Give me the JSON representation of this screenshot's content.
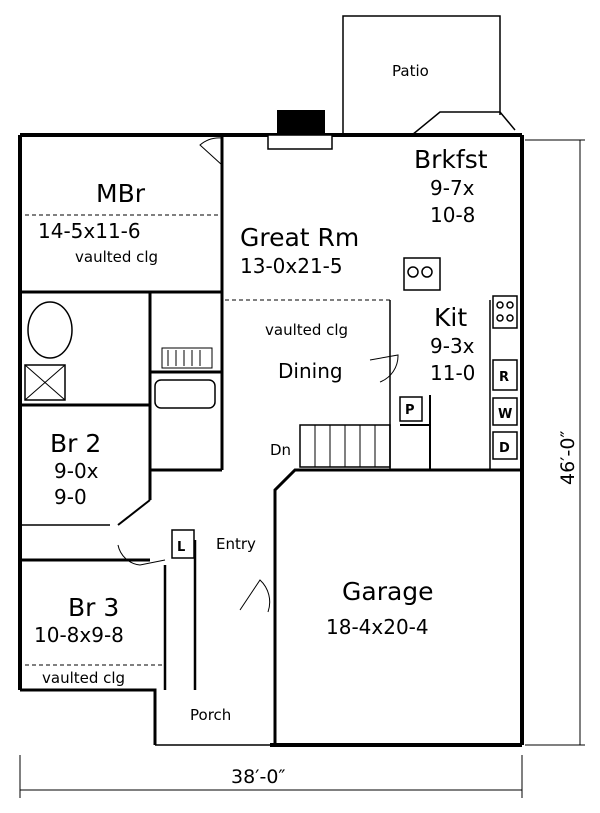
{
  "rooms": {
    "patio": "Patio",
    "brkfst": {
      "name": "Brkfst",
      "dim1": "9-7x",
      "dim2": "10-8"
    },
    "mbr": {
      "name": "MBr",
      "dims": "14-5x11-6",
      "note": "vaulted clg"
    },
    "great_rm": {
      "name": "Great Rm",
      "dims": "13-0x21-5"
    },
    "dining": {
      "note": "vaulted clg",
      "name": "Dining"
    },
    "kit": {
      "name": "Kit",
      "dim1": "9-3x",
      "dim2": "11-0"
    },
    "br2": {
      "name": "Br 2",
      "dim1": "9-0x",
      "dim2": "9-0"
    },
    "br3": {
      "name": "Br 3",
      "dims": "10-8x9-8",
      "note": "vaulted clg"
    },
    "garage": {
      "name": "Garage",
      "dims": "18-4x20-4"
    },
    "entry": "Entry",
    "porch": "Porch"
  },
  "fixtures": {
    "range": "R",
    "pantry": "P",
    "washer": "W",
    "dryer": "D",
    "linen": "L"
  },
  "stair_label": "Dn",
  "dimensions": {
    "width": "38′-0″",
    "depth": "46′-0″"
  }
}
